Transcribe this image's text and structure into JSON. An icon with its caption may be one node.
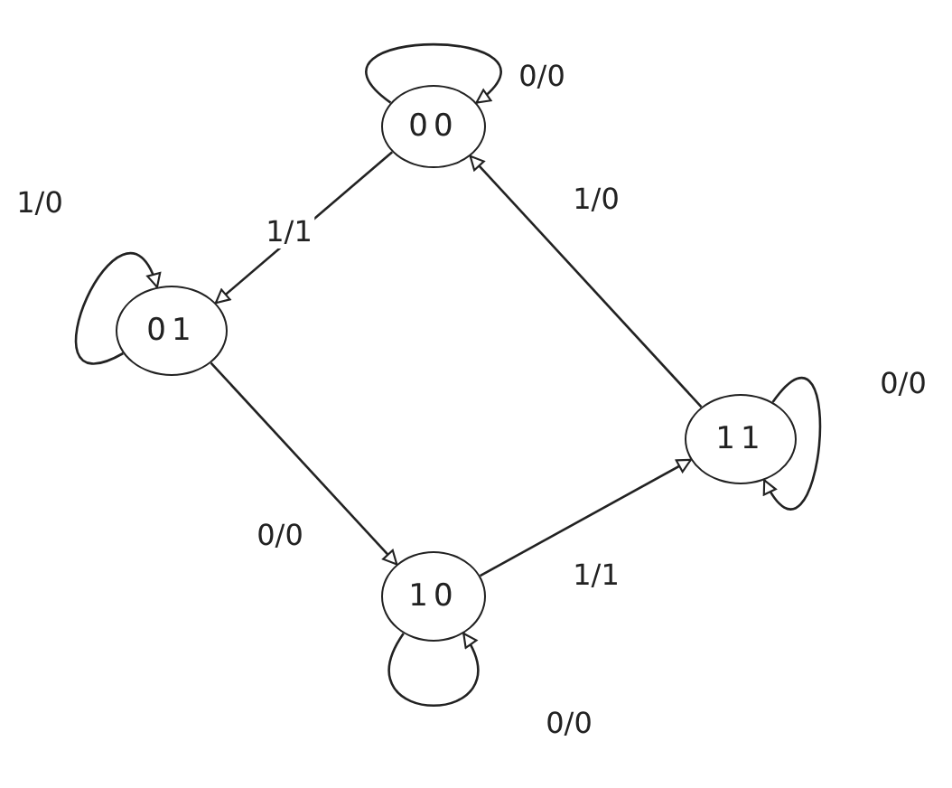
{
  "diagram": {
    "nodes": [
      {
        "text": [
          "00"
        ]
      },
      {
        "text": [
          "01"
        ]
      },
      {
        "text": [
          "11"
        ]
      },
      {
        "text": [
          "10"
        ]
      }
    ],
    "edges": [
      {
        "from": 0,
        "to": 0,
        "arrow": "to",
        "label": "0/0"
      },
      {
        "from": 0,
        "to": 1,
        "arrow": "to",
        "label": "1/1"
      },
      {
        "from": 1,
        "to": 1,
        "arrow": "to",
        "label": "1/0"
      },
      {
        "from": 2,
        "to": 0,
        "arrow": "to",
        "label": "1/0"
      },
      {
        "from": 2,
        "to": 2,
        "arrow": "to",
        "label": "0/0"
      },
      {
        "from": 1,
        "to": 3,
        "arrow": "to",
        "label": "0/0"
      },
      {
        "from": 3,
        "to": 2,
        "arrow": "to",
        "label": "1/1"
      },
      {
        "from": 3,
        "to": 3,
        "arrow": "to",
        "label": "0/0"
      }
    ]
  }
}
